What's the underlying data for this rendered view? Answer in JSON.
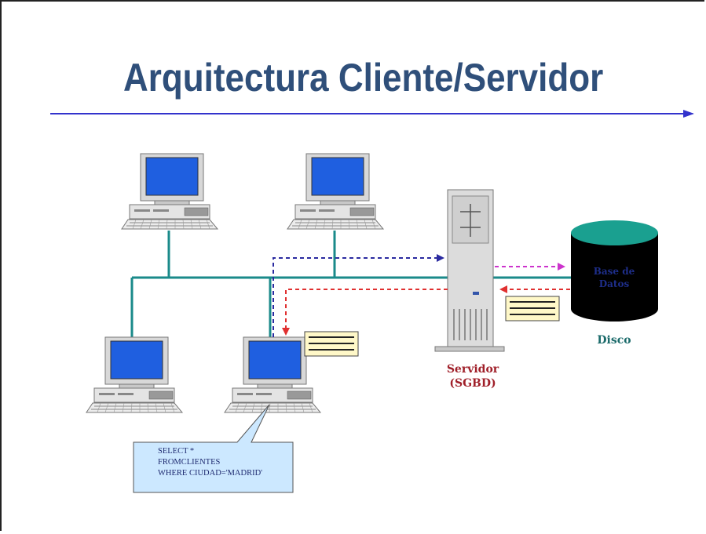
{
  "title": "Arquitectura Cliente/Servidor",
  "server": {
    "name": "Servidor",
    "subtitle": "(SGBD)"
  },
  "database": {
    "line1": "Base de",
    "line2": "Datos",
    "caption": "Disco"
  },
  "query": {
    "line1": "SELECT *",
    "line2": "FROMCLIENTES",
    "line3": "WHERE CIUDAD='MADRID'"
  },
  "colors": {
    "title": "#2f4f7a",
    "rule": "#3333cc",
    "network": "#1a8a8a",
    "request_arrow": "#2a2aa0",
    "response_arrow": "#e03030",
    "db_request_arrow": "#cc33cc",
    "screen": "#1f5fe0",
    "db_body": "#000000",
    "db_top": "#1aa090",
    "result_doc": "#fff8c8",
    "callout": "#cce8ff"
  },
  "icons": [
    "computer-icon",
    "server-tower-icon",
    "database-cylinder-icon",
    "result-document-icon",
    "speech-callout-icon"
  ]
}
